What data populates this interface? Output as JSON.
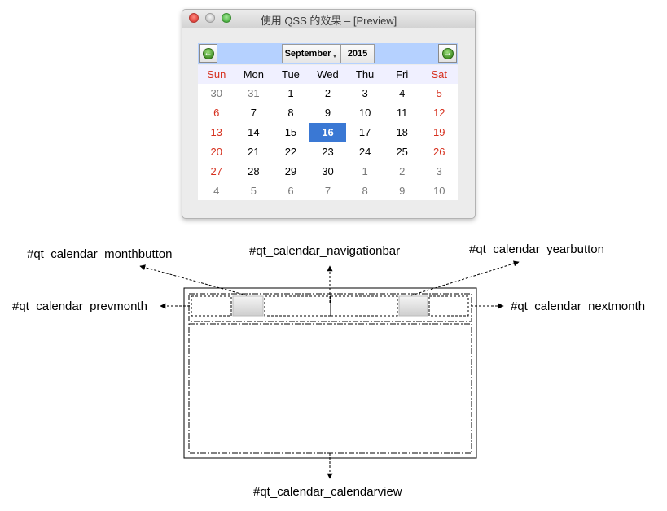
{
  "window": {
    "title": "使用 QSS 的效果 – [Preview]"
  },
  "calendar": {
    "month": "September",
    "year": "2015",
    "weekdays": [
      "Sun",
      "Mon",
      "Tue",
      "Wed",
      "Thu",
      "Fri",
      "Sat"
    ],
    "weeks": [
      [
        "30",
        "31",
        "1",
        "2",
        "3",
        "4",
        "5"
      ],
      [
        "6",
        "7",
        "8",
        "9",
        "10",
        "11",
        "12"
      ],
      [
        "13",
        "14",
        "15",
        "16",
        "17",
        "18",
        "19"
      ],
      [
        "20",
        "21",
        "22",
        "23",
        "24",
        "25",
        "26"
      ],
      [
        "27",
        "28",
        "29",
        "30",
        "1",
        "2",
        "3"
      ],
      [
        "4",
        "5",
        "6",
        "7",
        "8",
        "9",
        "10"
      ]
    ],
    "selected_day": "16"
  },
  "labels": {
    "monthbutton": "#qt_calendar_monthbutton",
    "navigationbar": "#qt_calendar_navigationbar",
    "yearbutton": "#qt_calendar_yearbutton",
    "prevmonth": "#qt_calendar_prevmonth",
    "nextmonth": "#qt_calendar_nextmonth",
    "calendarview": "#qt_calendar_calendarview"
  },
  "colors": {
    "weekend": "#d6301e",
    "selection": "#3a78d4",
    "navbar": "#b5d1ff"
  },
  "icons": {
    "prev": "left-arrow-icon",
    "next": "right-arrow-icon"
  }
}
